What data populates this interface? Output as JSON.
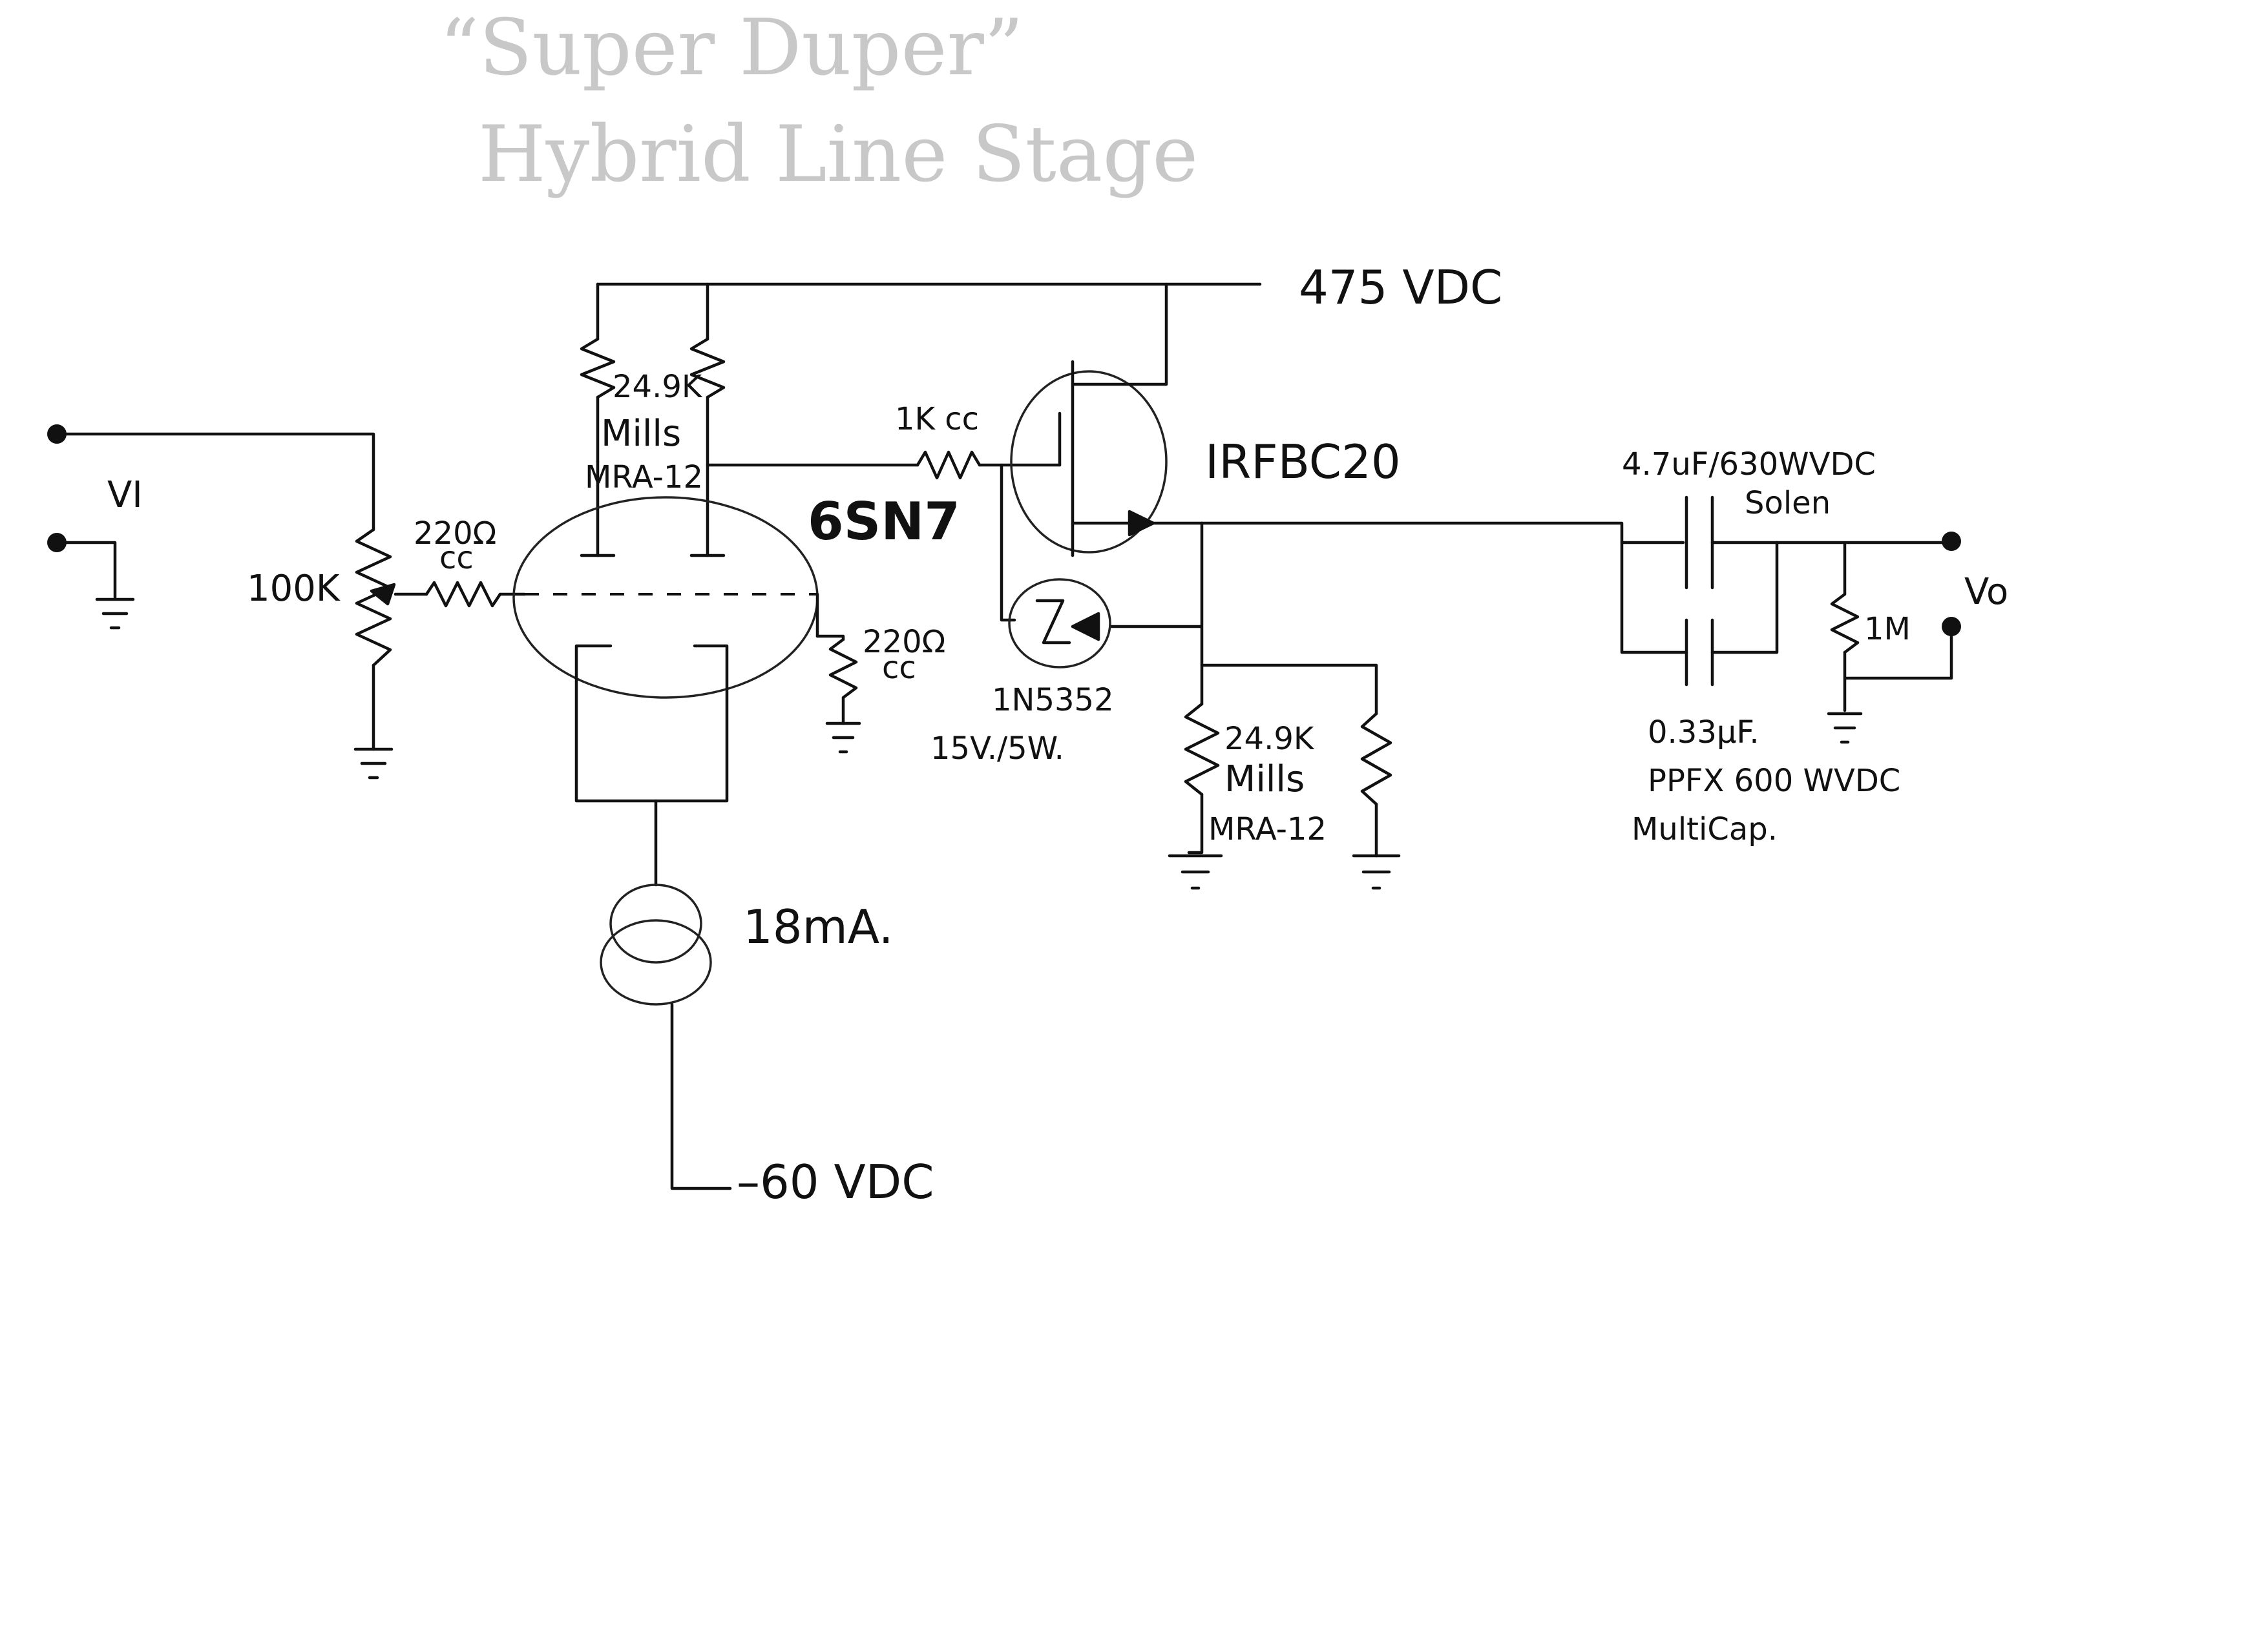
{
  "title": {
    "line1": "“Super Duper”",
    "line2": "Hybrid Line Stage"
  },
  "labels": {
    "supply_positive": "475 VDC",
    "supply_negative": "–60 VDC",
    "input": "VI",
    "output": "Vo",
    "volume_pot": "100K",
    "grid_stopper_value": "220Ω",
    "grid_stopper_type": "cc",
    "grid2_resistor_value": "220Ω",
    "grid2_resistor_type": "cc",
    "plate_resistor_value": "24.9K",
    "plate_resistor_brand": "Mills",
    "plate_resistor_model": "MRA-12",
    "tube": "6SN7",
    "gate_stopper": "1K cc",
    "mosfet": "IRFBC20",
    "zener_part": "1N5352",
    "zener_rating": "15V./5W.",
    "source_resistor_value": "24.9K",
    "source_resistor_brand": "Mills",
    "source_resistor_model": "MRA-12",
    "ccs_current": "18mA.",
    "coupling_cap_main": "4.7uF/630WVDC",
    "coupling_cap_main_brand": "Solen",
    "coupling_cap_bypass": "0.33μF.",
    "coupling_cap_bypass_type": "PPFX 600 WVDC",
    "coupling_cap_bypass_brand": "MultiCap.",
    "output_resistor": "1M"
  }
}
